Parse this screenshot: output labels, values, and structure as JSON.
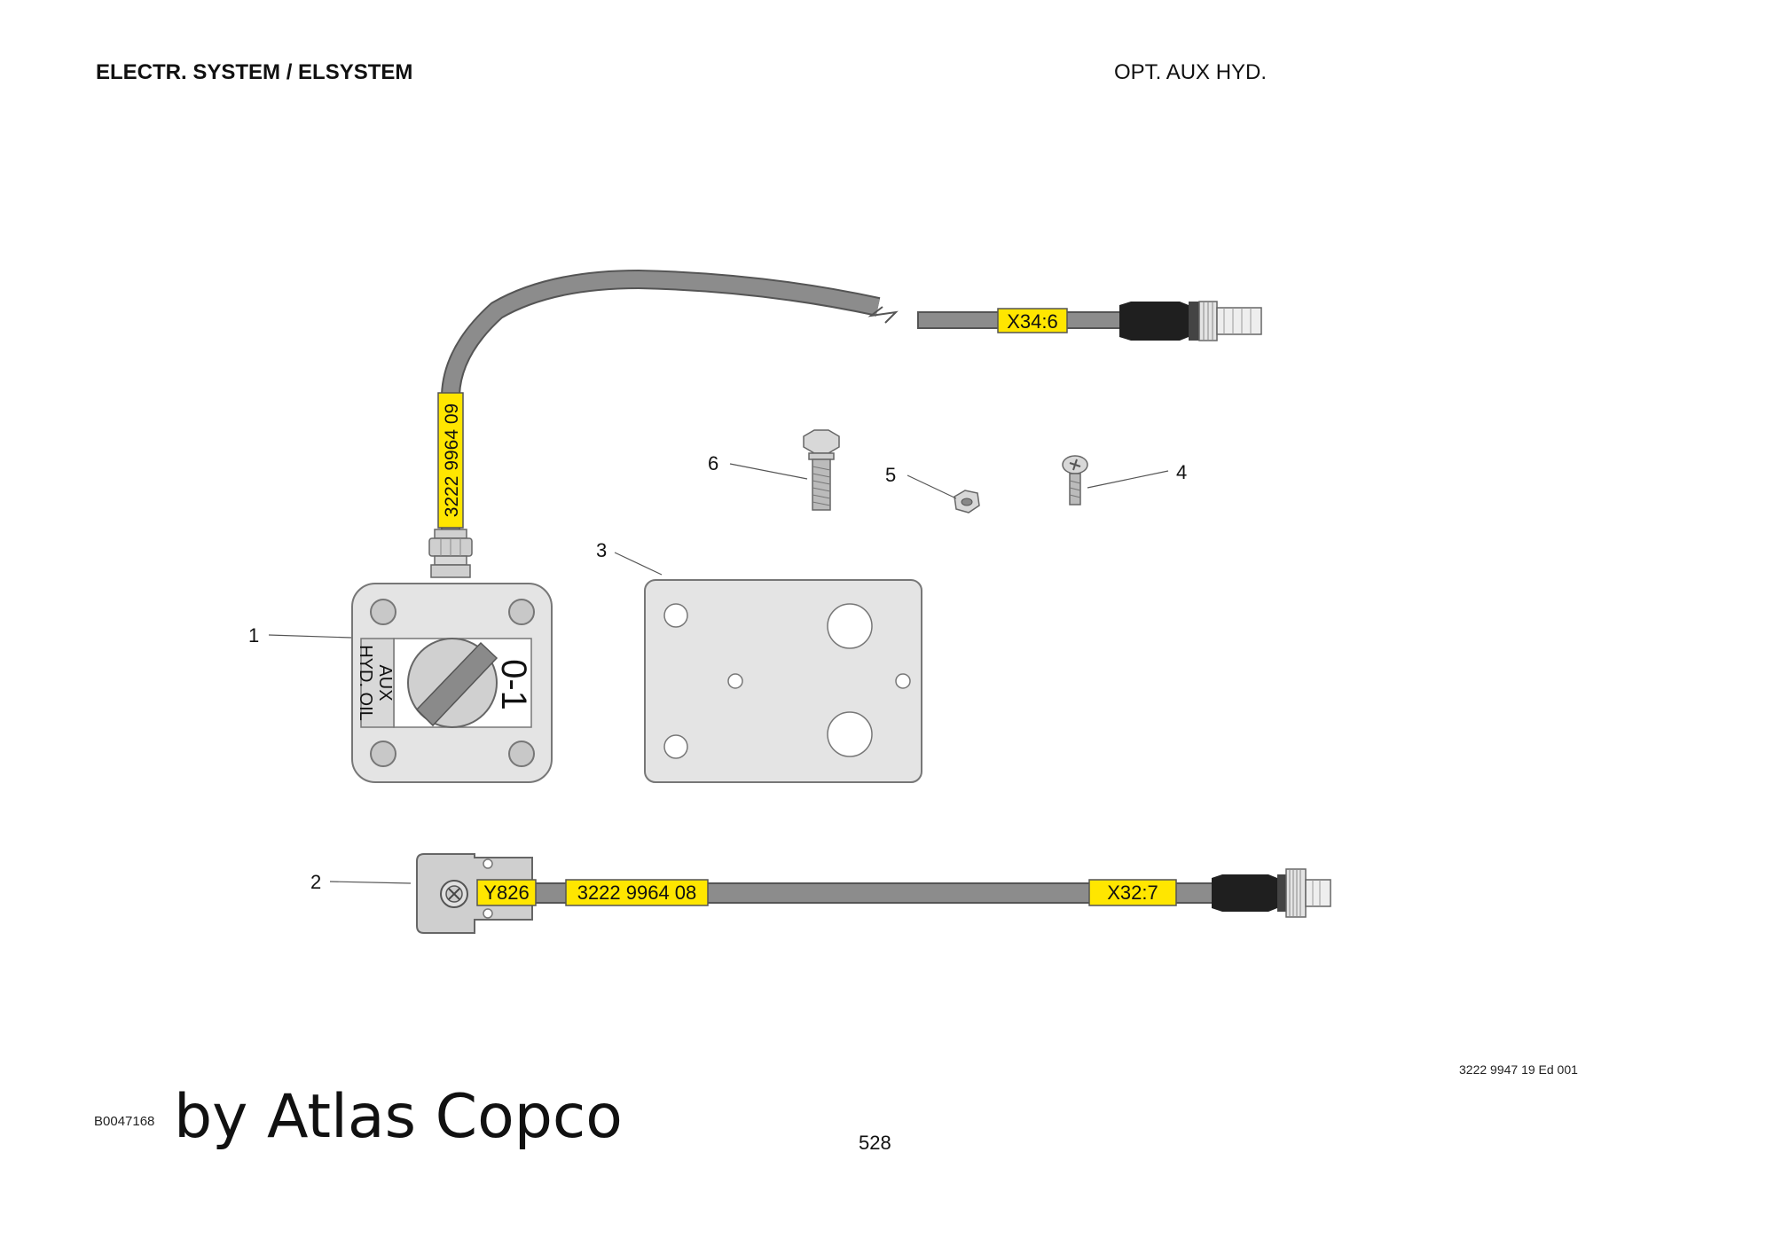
{
  "header": {
    "left_title": "ELECTR. SYSTEM / ELSYSTEM",
    "right_title": "OPT. AUX HYD."
  },
  "callouts": [
    "1",
    "2",
    "3",
    "4",
    "5",
    "6"
  ],
  "cable_labels": {
    "switch_cable_part": "3222 9964 09",
    "switch_connector": "X34:6",
    "solenoid_tag": "Y826",
    "solenoid_cable_part": "3222 9964 08",
    "solenoid_connector": "X32:7"
  },
  "switch_panel": {
    "label_line1": "AUX",
    "label_line2": "HYD. OIL",
    "position_text": "0-1"
  },
  "footer": {
    "doc_number": "3222 9947 19 Ed 001",
    "image_code": "B0047168",
    "brand": "by Atlas Copco",
    "page_number": "528"
  },
  "colors": {
    "label_yellow": "#ffe600",
    "cable_gray": "#8c8c8c",
    "part_fill": "#e4e4e4",
    "connector_black": "#1f1f1f"
  }
}
